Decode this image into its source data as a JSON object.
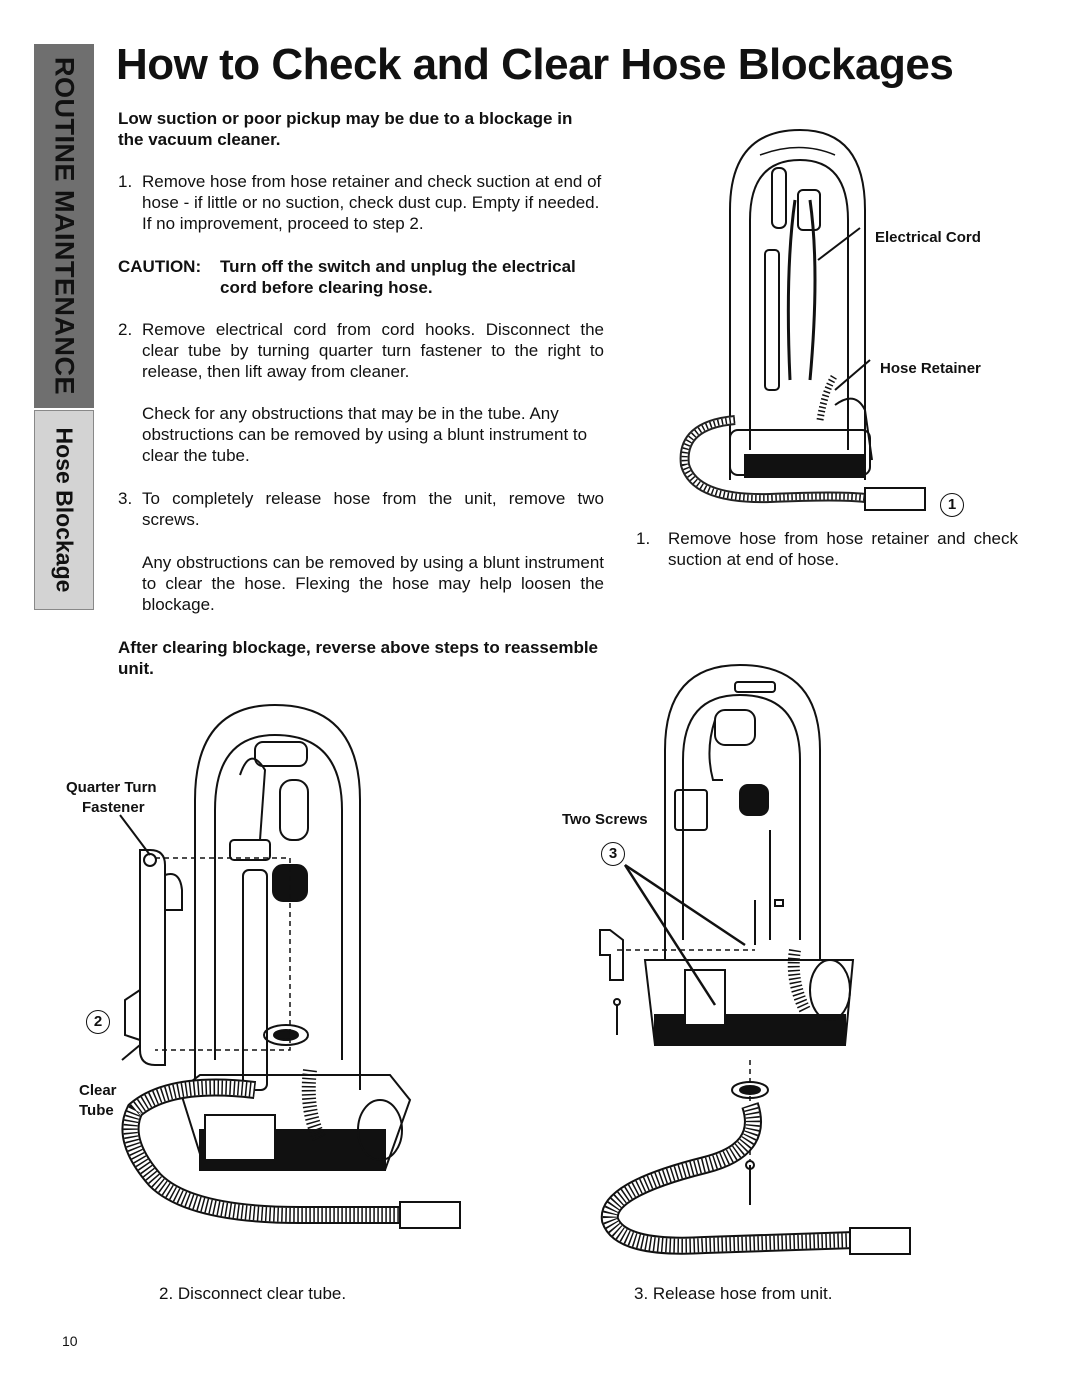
{
  "side_tab": {
    "section": "ROUTINE MAINTENANCE",
    "topic": "Hose Blockage"
  },
  "title": "How to Check and Clear Hose Blockages",
  "intro": "Low suction or poor pickup may be due to a blockage in the vacuum cleaner.",
  "steps": [
    {
      "num": "1.",
      "text": "Remove hose from hose retainer and check suction at end of hose - if little or no suction, check dust cup. Empty if needed. If no improvement, proceed to step 2."
    },
    {
      "num": "2.",
      "text": "Remove electrical cord from cord hooks. Disconnect the clear tube by turning quarter turn fastener to the right to release, then lift away from cleaner."
    },
    {
      "num": "3.",
      "text": "To completely release hose from the unit, remove two screws."
    }
  ],
  "caution": {
    "label": "CAUTION:",
    "text": "Turn off the switch and unplug the electrical cord before clearing hose."
  },
  "step2_extra": "Check for any obstructions that may be in the tube. Any obstructions can be removed by using a blunt instrument to clear the tube.",
  "step3_extra": "Any obstructions can be removed by using a blunt instrument to clear the hose. Flexing the hose may help loosen the blockage.",
  "closing": "After clearing blockage, reverse above steps to reassemble unit.",
  "figures": {
    "fig1": {
      "badge": "1",
      "labels": {
        "cord": "Electrical Cord",
        "retainer": "Hose Retainer"
      },
      "caption_num": "1.",
      "caption": "Remove hose from hose retainer and check suction at end of hose."
    },
    "fig2": {
      "badge": "2",
      "labels": {
        "fastener_line1": "Quarter Turn",
        "fastener_line2": "Fastener",
        "tube_line1": "Clear",
        "tube_line2": "Tube"
      },
      "caption": "2.  Disconnect clear tube."
    },
    "fig3": {
      "badge": "3",
      "labels": {
        "screws": "Two Screws"
      },
      "caption": "3.  Release hose from unit."
    }
  },
  "page_number": "10"
}
